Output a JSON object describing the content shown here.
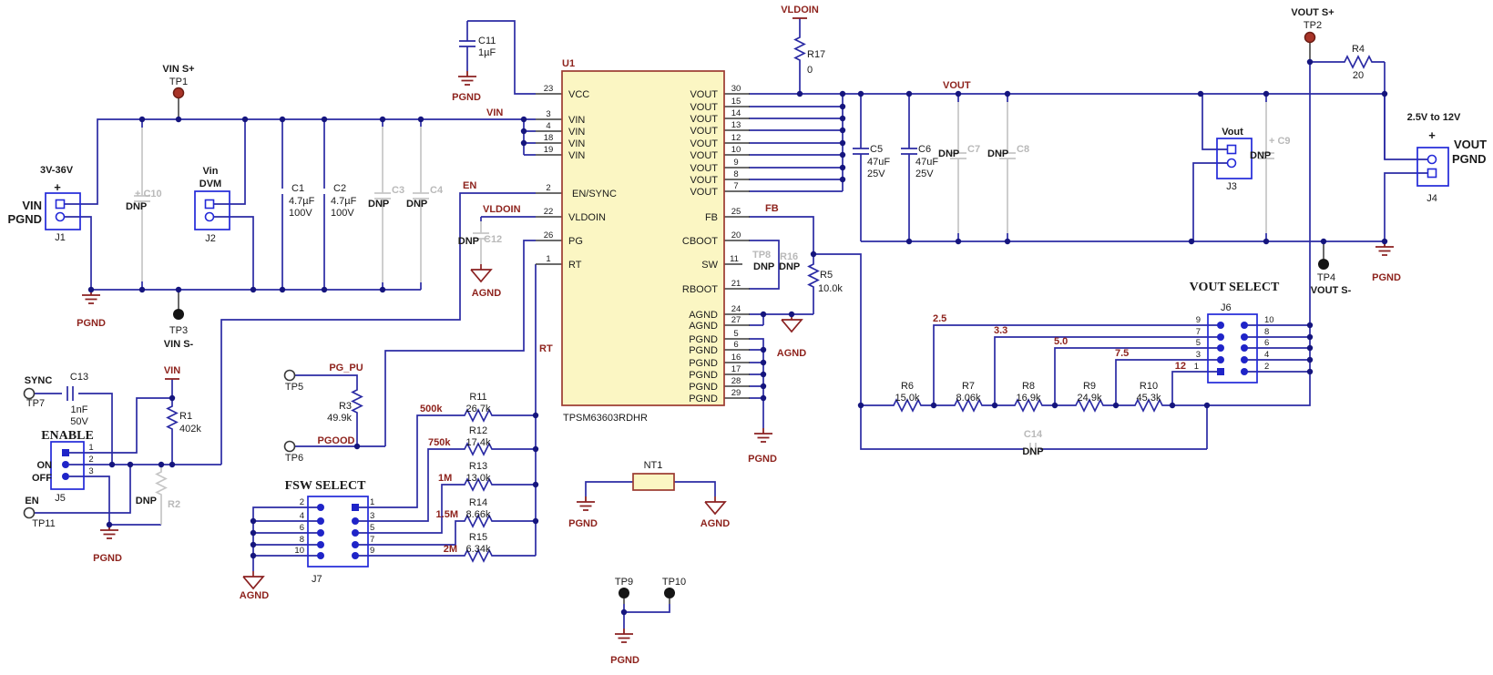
{
  "diagram": {
    "u1": {
      "ref": "U1",
      "part": "TPSM63603RDHR",
      "pins_left": [
        {
          "n": "23",
          "name": "VCC"
        },
        {
          "n": "3",
          "name": "VIN"
        },
        {
          "n": "4",
          "name": "VIN"
        },
        {
          "n": "18",
          "name": "VIN"
        },
        {
          "n": "19",
          "name": "VIN"
        },
        {
          "n": "2",
          "name": "EN/SYNC"
        },
        {
          "n": "22",
          "name": "VLDOIN"
        },
        {
          "n": "26",
          "name": "PG"
        },
        {
          "n": "1",
          "name": "RT"
        }
      ],
      "pins_right": [
        {
          "n": "30",
          "name": "VOUT"
        },
        {
          "n": "15",
          "name": "VOUT"
        },
        {
          "n": "14",
          "name": "VOUT"
        },
        {
          "n": "13",
          "name": "VOUT"
        },
        {
          "n": "12",
          "name": "VOUT"
        },
        {
          "n": "10",
          "name": "VOUT"
        },
        {
          "n": "9",
          "name": "VOUT"
        },
        {
          "n": "8",
          "name": "VOUT"
        },
        {
          "n": "7",
          "name": "VOUT"
        },
        {
          "n": "25",
          "name": "FB"
        },
        {
          "n": "20",
          "name": "CBOOT"
        },
        {
          "n": "11",
          "name": "SW"
        },
        {
          "n": "21",
          "name": "RBOOT"
        },
        {
          "n": "24",
          "name": "AGND"
        },
        {
          "n": "27",
          "name": "AGND"
        },
        {
          "n": "5",
          "name": "PGND"
        },
        {
          "n": "6",
          "name": "PGND"
        },
        {
          "n": "16",
          "name": "PGND"
        },
        {
          "n": "17",
          "name": "PGND"
        },
        {
          "n": "28",
          "name": "PGND"
        },
        {
          "n": "29",
          "name": "PGND"
        }
      ]
    },
    "nets": {
      "vin": "VIN",
      "en": "EN",
      "vldoin": "VLDOIN",
      "fb": "FB",
      "vout": "VOUT",
      "rt": "RT",
      "sync": "SYNC",
      "pg_pu": "PG_PU",
      "pgood": "PGOOD",
      "en_tp": "EN",
      "pgnd": "PGND",
      "agnd": "AGND",
      "taps": [
        "2.5",
        "3.3",
        "5.0",
        "7.5",
        "12"
      ],
      "fsw": [
        "500k",
        "750k",
        "1M",
        "1.5M",
        "2M"
      ]
    },
    "testpoints": {
      "tp1": {
        "ref": "TP1",
        "net": "VIN S+"
      },
      "tp2": {
        "ref": "TP2",
        "net": "VOUT S+"
      },
      "tp3": {
        "ref": "TP3",
        "net": "VIN S-"
      },
      "tp4": {
        "ref": "TP4",
        "net": "VOUT S-"
      },
      "tp5": "TP5",
      "tp6": "TP6",
      "tp7": "TP7",
      "tp8": "TP8",
      "tp9": "TP9",
      "tp10": "TP10",
      "tp11": "TP11"
    },
    "connectors": {
      "j1": {
        "ref": "J1",
        "range": "3V-36V",
        "plus": "+",
        "pin1": "VIN",
        "pin2": "PGND"
      },
      "j2": {
        "ref": "J2",
        "line1": "Vin",
        "line2": "DVM"
      },
      "j3": {
        "ref": "J3",
        "label": "Vout"
      },
      "j4": {
        "ref": "J4",
        "range": "2.5V to 12V",
        "plus": "+",
        "pin1": "VOUT",
        "pin2": "PGND"
      },
      "j5": {
        "ref": "J5",
        "title": "ENABLE",
        "on": "ON",
        "off": "OFF",
        "p1": "1",
        "p2": "2",
        "p3": "3"
      },
      "j6": {
        "ref": "J6",
        "title": "VOUT SELECT",
        "left": [
          "9",
          "7",
          "5",
          "3",
          "1"
        ],
        "right": [
          "10",
          "8",
          "6",
          "4",
          "2"
        ]
      },
      "j7": {
        "ref": "J7",
        "title": "FSW SELECT",
        "left": [
          "2",
          "4",
          "6",
          "8",
          "10"
        ],
        "right": [
          "1",
          "3",
          "5",
          "7",
          "9"
        ]
      }
    },
    "resistors": {
      "r1": {
        "ref": "R1",
        "val": "402k"
      },
      "r2": {
        "ref": "R2"
      },
      "r3": {
        "ref": "R3",
        "val": "49.9k"
      },
      "r4": {
        "ref": "R4",
        "val": "20"
      },
      "r5": {
        "ref": "R5",
        "val": "10.0k"
      },
      "r6": {
        "ref": "R6",
        "val": "15.0k"
      },
      "r7": {
        "ref": "R7",
        "val": "8.06k"
      },
      "r8": {
        "ref": "R8",
        "val": "16.9k"
      },
      "r9": {
        "ref": "R9",
        "val": "24.9k"
      },
      "r10": {
        "ref": "R10",
        "val": "45.3k"
      },
      "r11": {
        "ref": "R11",
        "val": "26.7k"
      },
      "r12": {
        "ref": "R12",
        "val": "17.4k"
      },
      "r13": {
        "ref": "R13",
        "val": "13.0k"
      },
      "r14": {
        "ref": "R14",
        "val": "8.66k"
      },
      "r15": {
        "ref": "R15",
        "val": "6.34k"
      },
      "r16": {
        "ref": "R16"
      },
      "r17": {
        "ref": "R17",
        "val": "0"
      }
    },
    "capacitors": {
      "c1": {
        "ref": "C1",
        "val": "4.7µF",
        "volt": "100V"
      },
      "c2": {
        "ref": "C2",
        "val": "4.7µF",
        "volt": "100V"
      },
      "c3": {
        "ref": "C3"
      },
      "c4": {
        "ref": "C4"
      },
      "c5": {
        "ref": "C5",
        "val": "47uF",
        "volt": "25V"
      },
      "c6": {
        "ref": "C6",
        "val": "47uF",
        "volt": "25V"
      },
      "c7": {
        "ref": "C7"
      },
      "c8": {
        "ref": "C8"
      },
      "c9": {
        "ref": "+ C9"
      },
      "c10": {
        "ref": "+ C10"
      },
      "c11": {
        "ref": "C11",
        "val": "1µF"
      },
      "c12": {
        "ref": "C12"
      },
      "c13": {
        "ref": "C13",
        "val": "1nF",
        "volt": "50V"
      },
      "c14": {
        "ref": "C14"
      }
    },
    "nettie": {
      "ref": "NT1"
    },
    "dnp": "DNP"
  }
}
